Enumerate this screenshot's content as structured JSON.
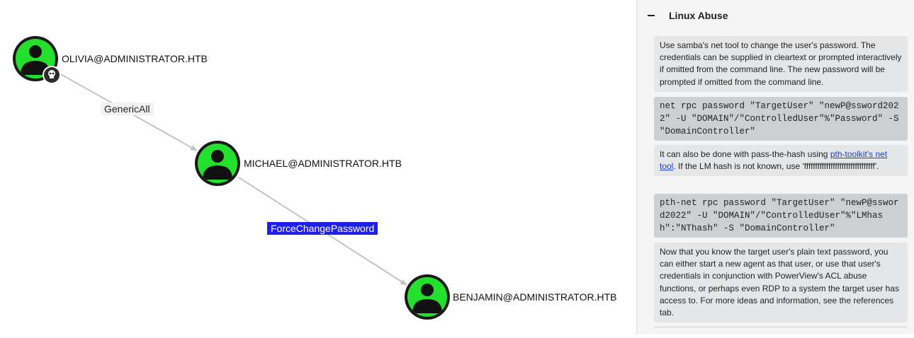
{
  "graph": {
    "nodes": [
      {
        "id": "olivia",
        "label": "OLIVIA@ADMINISTRATOR.HTB",
        "owned": true
      },
      {
        "id": "michael",
        "label": "MICHAEL@ADMINISTRATOR.HTB",
        "owned": false
      },
      {
        "id": "benjamin",
        "label": "BENJAMIN@ADMINISTRATOR.HTB",
        "owned": false
      }
    ],
    "edges": [
      {
        "from": "olivia",
        "to": "michael",
        "label": "GenericAll",
        "selected": false
      },
      {
        "from": "michael",
        "to": "benjamin",
        "label": "ForceChangePassword",
        "selected": true
      }
    ],
    "colors": {
      "node_fill": "#22e02c",
      "node_ring": "#1a1a1a",
      "edge": "#c4c4c4",
      "selected_edge_label": "#1f1fe8"
    },
    "owned_badge_icon": "skull-icon",
    "node_icon": "user-icon"
  },
  "panel": {
    "section_title": "Linux Abuse",
    "collapse_icon": "minus-icon",
    "paragraph1": "Use samba's net tool to change the user's password. The credentials can be supplied in cleartext or prompted interactively if omitted from the command line. The new password will be prompted if omitted from the command line.",
    "code1": "net rpc password \"TargetUser\" \"newP@ssword2022\" -U \"DOMAIN\"/\"ControlledUser\"%\"Password\" -S \"DomainController\"",
    "paragraph2_before": "It can also be done with pass-the-hash using ",
    "paragraph2_link": "pth-toolkit's net tool",
    "paragraph2_after": ". If the LM hash is not known, use 'ffffffffffffffffffffffffffffffff'.",
    "code2": "pth-net rpc password \"TargetUser\" \"newP@ssword2022\" -U \"DOMAIN\"/\"ControlledUser\"%\"LMhash\":\"NThash\" -S \"DomainController\"",
    "paragraph3": "Now that you know the target user's plain text password, you can either start a new agent as that user, or use that user's credentials in conjunction with PowerView's ACL abuse functions, or perhaps even RDP to a system the target user has access to. For more ideas and information, see the references tab."
  }
}
